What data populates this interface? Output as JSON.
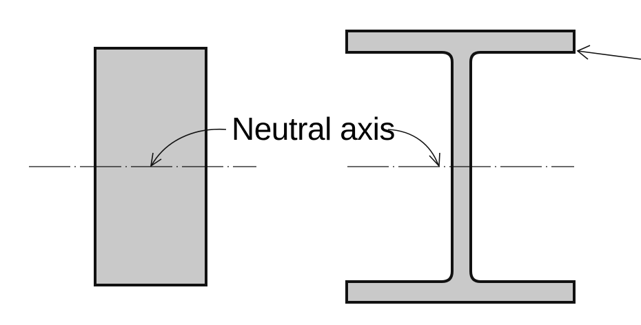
{
  "figure": {
    "label": "Neutral axis",
    "colors": {
      "section_fill": "#c9c9c9",
      "outline": "#111111",
      "axis": "#111111",
      "leader": "#111111",
      "background": "#ffffff"
    },
    "shapes": [
      "rectangular-section",
      "i-beam-section"
    ]
  }
}
